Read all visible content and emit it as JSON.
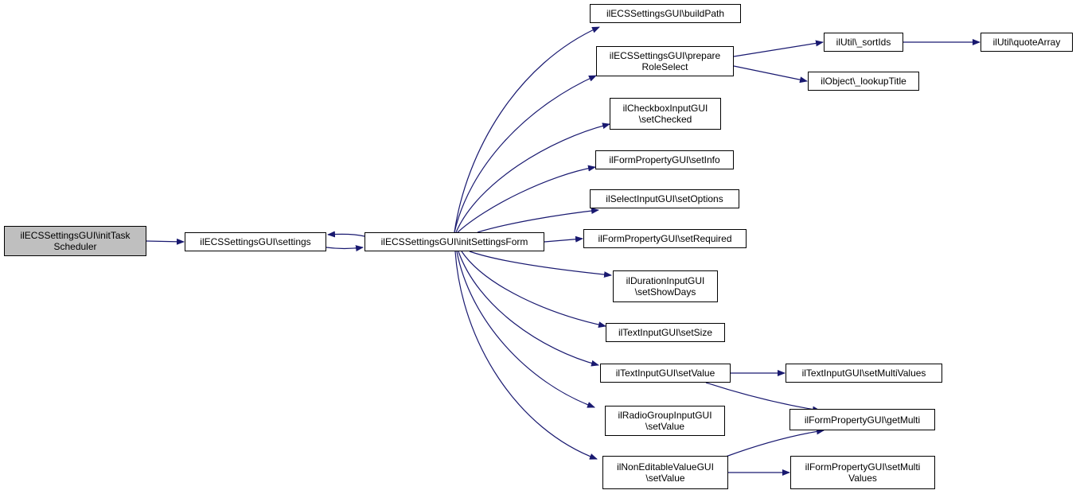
{
  "diagram": {
    "nodes": [
      {
        "id": "initTaskScheduler",
        "lines": [
          "ilECSSettingsGUI\\initTask",
          "Scheduler"
        ],
        "current": true
      },
      {
        "id": "settings",
        "lines": [
          "ilECSSettingsGUI\\settings"
        ]
      },
      {
        "id": "initSettingsForm",
        "lines": [
          "ilECSSettingsGUI\\initSettingsForm"
        ]
      },
      {
        "id": "buildPath",
        "lines": [
          "ilECSSettingsGUI\\buildPath"
        ]
      },
      {
        "id": "prepareRoleSelect",
        "lines": [
          "ilECSSettingsGUI\\prepare",
          "RoleSelect"
        ]
      },
      {
        "id": "sortIds",
        "lines": [
          "ilUtil\\_sortIds"
        ]
      },
      {
        "id": "quoteArray",
        "lines": [
          "ilUtil\\quoteArray"
        ]
      },
      {
        "id": "lookupTitle",
        "lines": [
          "ilObject\\_lookupTitle"
        ]
      },
      {
        "id": "setChecked",
        "lines": [
          "ilCheckboxInputGUI",
          "\\setChecked"
        ]
      },
      {
        "id": "setInfo",
        "lines": [
          "ilFormPropertyGUI\\setInfo"
        ]
      },
      {
        "id": "setOptions",
        "lines": [
          "ilSelectInputGUI\\setOptions"
        ]
      },
      {
        "id": "setRequired",
        "lines": [
          "ilFormPropertyGUI\\setRequired"
        ]
      },
      {
        "id": "setShowDays",
        "lines": [
          "ilDurationInputGUI",
          "\\setShowDays"
        ]
      },
      {
        "id": "setSize",
        "lines": [
          "ilTextInputGUI\\setSize"
        ]
      },
      {
        "id": "textSetValue",
        "lines": [
          "ilTextInputGUI\\setValue"
        ]
      },
      {
        "id": "textSetMultiValues",
        "lines": [
          "ilTextInputGUI\\setMultiValues"
        ]
      },
      {
        "id": "getMulti",
        "lines": [
          "ilFormPropertyGUI\\getMulti"
        ]
      },
      {
        "id": "radioSetValue",
        "lines": [
          "ilRadioGroupInputGUI",
          "\\setValue"
        ]
      },
      {
        "id": "nonEditableSetValue",
        "lines": [
          "ilNonEditableValueGUI",
          "\\setValue"
        ]
      },
      {
        "id": "formSetMultiValues",
        "lines": [
          "ilFormPropertyGUI\\setMulti",
          "Values"
        ]
      }
    ],
    "edges": [
      {
        "from": "initTaskScheduler",
        "to": "settings"
      },
      {
        "from": "settings",
        "to": "initSettingsForm"
      },
      {
        "from": "initSettingsForm",
        "to": "settings"
      },
      {
        "from": "initSettingsForm",
        "to": "buildPath"
      },
      {
        "from": "initSettingsForm",
        "to": "prepareRoleSelect"
      },
      {
        "from": "initSettingsForm",
        "to": "setChecked"
      },
      {
        "from": "initSettingsForm",
        "to": "setInfo"
      },
      {
        "from": "initSettingsForm",
        "to": "setOptions"
      },
      {
        "from": "initSettingsForm",
        "to": "setRequired"
      },
      {
        "from": "initSettingsForm",
        "to": "setShowDays"
      },
      {
        "from": "initSettingsForm",
        "to": "setSize"
      },
      {
        "from": "initSettingsForm",
        "to": "textSetValue"
      },
      {
        "from": "initSettingsForm",
        "to": "radioSetValue"
      },
      {
        "from": "initSettingsForm",
        "to": "nonEditableSetValue"
      },
      {
        "from": "prepareRoleSelect",
        "to": "sortIds"
      },
      {
        "from": "prepareRoleSelect",
        "to": "lookupTitle"
      },
      {
        "from": "sortIds",
        "to": "quoteArray"
      },
      {
        "from": "textSetValue",
        "to": "textSetMultiValues"
      },
      {
        "from": "textSetValue",
        "to": "getMulti"
      },
      {
        "from": "nonEditableSetValue",
        "to": "getMulti"
      },
      {
        "from": "nonEditableSetValue",
        "to": "formSetMultiValues"
      }
    ]
  },
  "colors": {
    "edge": "#191970",
    "current_fill": "#bfbfbf",
    "node_border": "#000000"
  }
}
